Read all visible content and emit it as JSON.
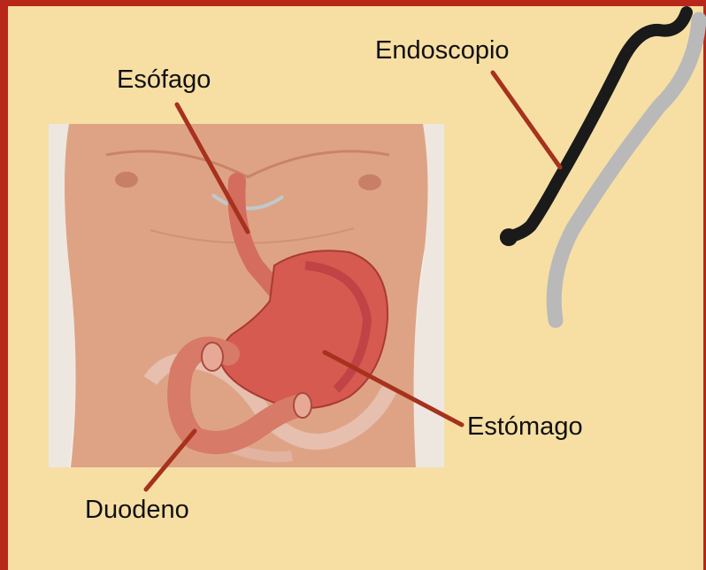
{
  "labels": {
    "endoscopio": "Endoscopio",
    "esofago": "Esófago",
    "estomago": "Estómago",
    "duodeno": "Duodeno"
  },
  "colors": {
    "background": "#f7dfa4",
    "border": "#b8281a",
    "leader_line": "#a6321e",
    "endoscope": "#1a1a1a",
    "endoscope_shadow": "#b8b8b8",
    "skin": "#dca083",
    "stomach": "#d4584f"
  }
}
